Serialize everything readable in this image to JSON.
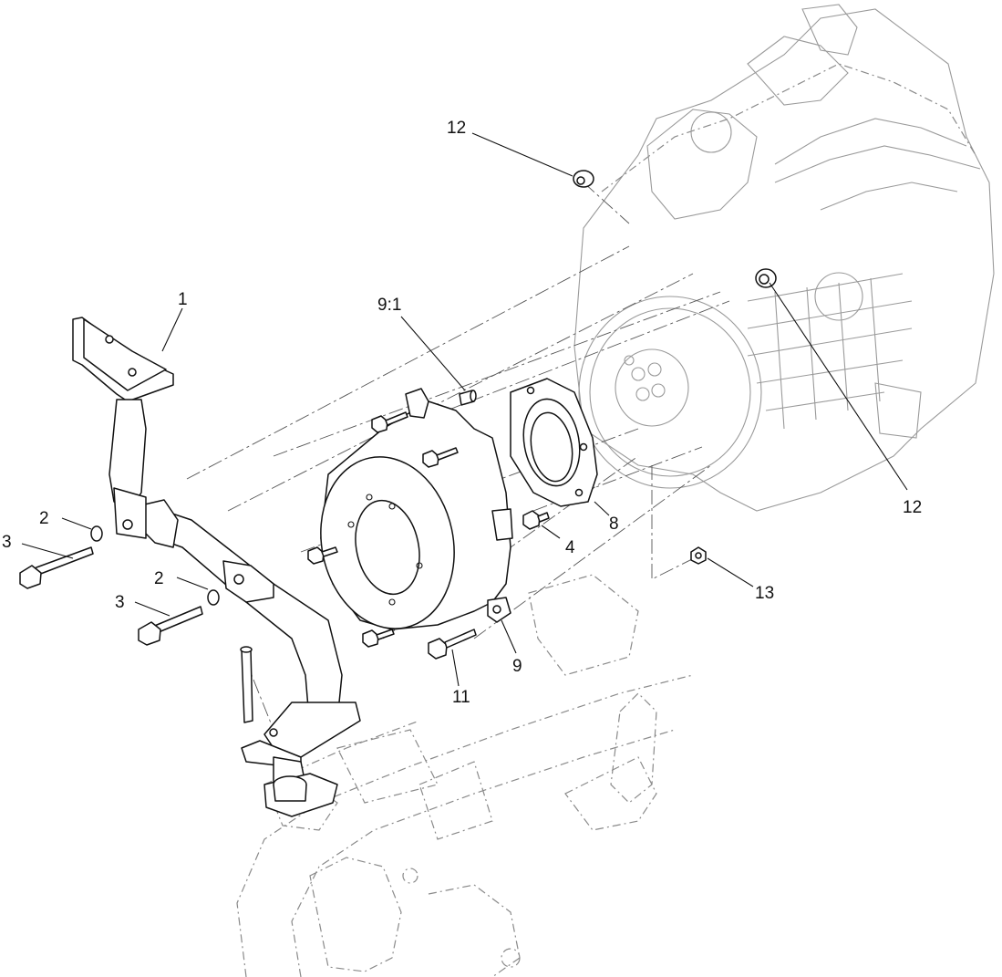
{
  "callouts": [
    {
      "id": "c1",
      "label": "1"
    },
    {
      "id": "c2a",
      "label": "2"
    },
    {
      "id": "c3a",
      "label": "3"
    },
    {
      "id": "c2b",
      "label": "2"
    },
    {
      "id": "c3b",
      "label": "3"
    },
    {
      "id": "c4",
      "label": "4"
    },
    {
      "id": "c8",
      "label": "8"
    },
    {
      "id": "c9",
      "label": "9"
    },
    {
      "id": "c91",
      "label": "9:1"
    },
    {
      "id": "c11",
      "label": "11"
    },
    {
      "id": "c12a",
      "label": "12"
    },
    {
      "id": "c12b",
      "label": "12"
    },
    {
      "id": "c13",
      "label": "13"
    }
  ],
  "colors": {
    "line": "#111111",
    "ghost": "#8a8a8a",
    "background": "#ffffff"
  }
}
